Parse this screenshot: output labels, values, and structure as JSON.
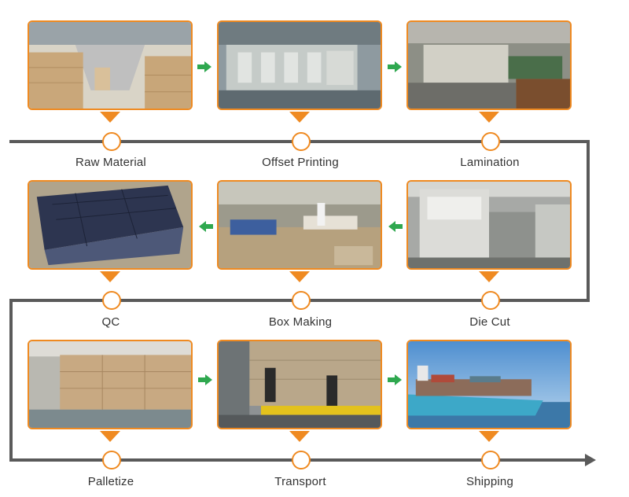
{
  "colors": {
    "accent": "#ef8a21",
    "line": "#5a5a5a",
    "arrow": "#2fa84f"
  },
  "steps": [
    {
      "label": "Raw Material"
    },
    {
      "label": "Offset Printing"
    },
    {
      "label": "Lamination"
    },
    {
      "label": "Die Cut"
    },
    {
      "label": "Box Making"
    },
    {
      "label": "QC"
    },
    {
      "label": "Palletize"
    },
    {
      "label": "Transport"
    },
    {
      "label": "Shipping"
    }
  ]
}
